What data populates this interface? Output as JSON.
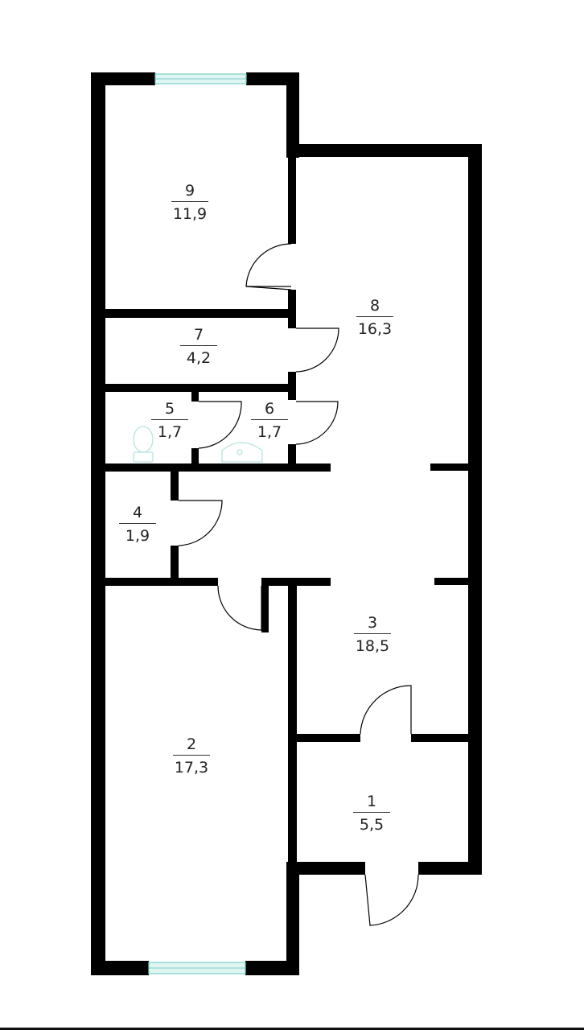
{
  "rooms": [
    {
      "number": "9",
      "area": "11,9"
    },
    {
      "number": "8",
      "area": "16,3"
    },
    {
      "number": "7",
      "area": "4,2"
    },
    {
      "number": "5",
      "area": "1,7"
    },
    {
      "number": "6",
      "area": "1,7"
    },
    {
      "number": "4",
      "area": "1,9"
    },
    {
      "number": "3",
      "area": "18,5"
    },
    {
      "number": "2",
      "area": "17,3"
    },
    {
      "number": "1",
      "area": "5,5"
    }
  ],
  "colors": {
    "wall": "#000000",
    "window_fill": "#dff5f2",
    "window_stroke": "#7ccfc6",
    "fixture": "#b9e3dd"
  }
}
